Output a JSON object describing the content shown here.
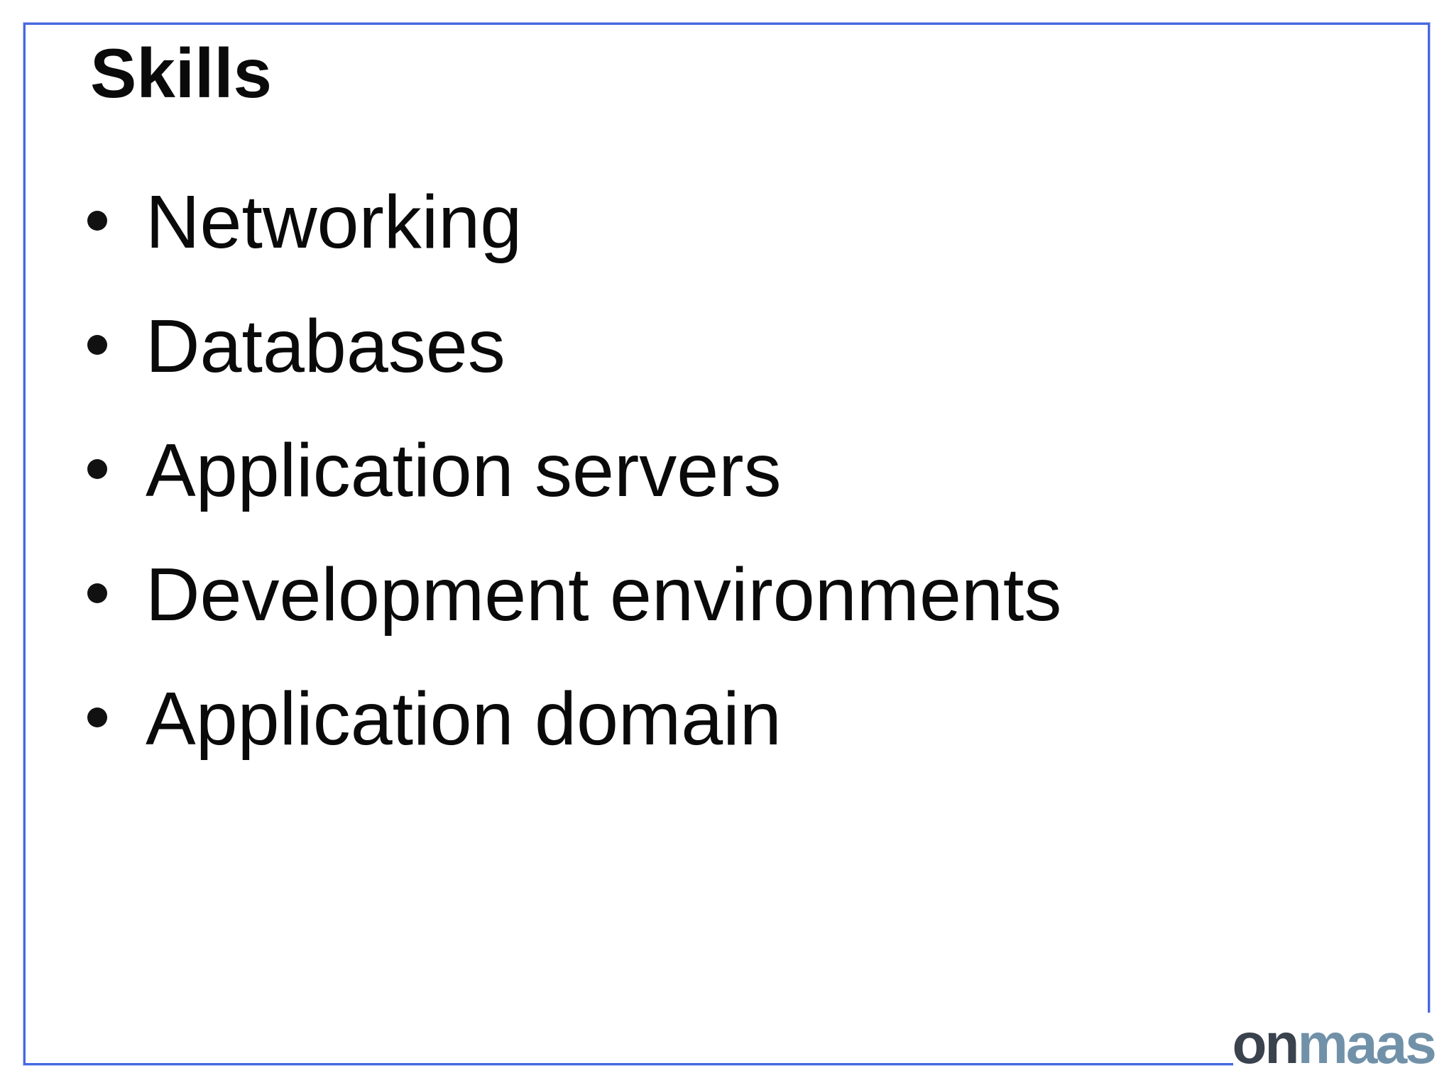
{
  "slide": {
    "title": "Skills",
    "bullets": [
      "Networking",
      "Databases",
      "Application servers",
      "Development environments",
      "Application domain"
    ],
    "border_color": "#4669e0",
    "text_color": "#0a0a0a"
  },
  "logo": {
    "text_primary": "on",
    "text_secondary": "maas",
    "color_primary": "#39424d",
    "color_secondary": "#7191a9"
  }
}
